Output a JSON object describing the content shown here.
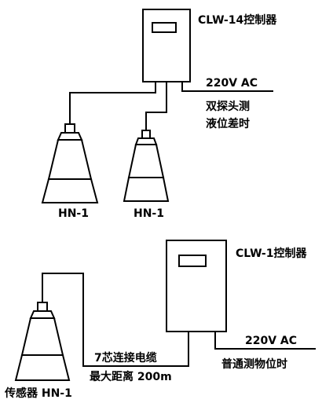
{
  "top": {
    "controller_label": "CLW-14控制器",
    "power_label": "220V AC",
    "function_line1": "双探头测",
    "function_line2": "液位差时",
    "sensor_left_label": "HN-1",
    "sensor_right_label": "HN-1"
  },
  "bottom": {
    "controller_label": "CLW-1控制器",
    "power_label": "220V AC",
    "function_label": "普通测物位时",
    "cable_line1": "7芯连接电缆",
    "cable_line2": "最大距离 200m",
    "sensor_label": "传感器 HN-1"
  }
}
